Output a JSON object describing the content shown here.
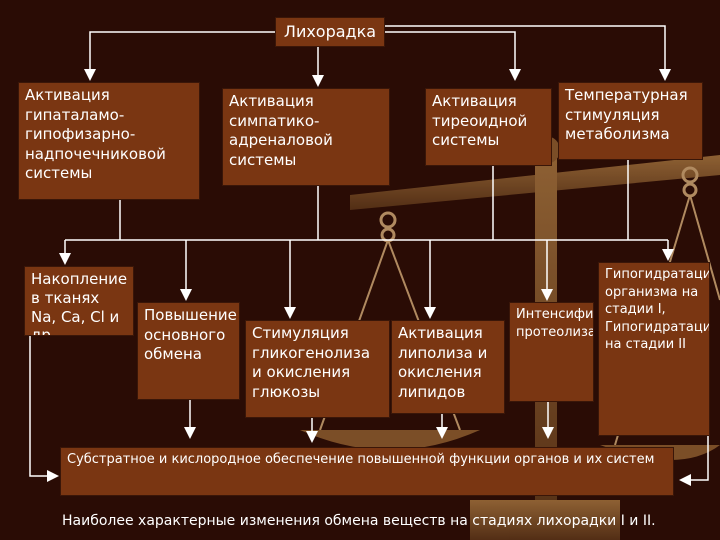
{
  "diagram": {
    "root": "Лихорадка",
    "level1": [
      "Активация гипаталамо-гипофизарно-надпочечниковой системы",
      "Активация симпатико-адреналовой системы",
      "Активация тиреоидной системы",
      "Температурная стимуляция метаболизма"
    ],
    "level2": [
      "Накопление в тканях Na, Ca, Cl и др",
      "Повышение основного обмена",
      "Стимуляция гликогенолиза и окисления глюкозы",
      "Активация липолиза и окисления липидов",
      "Интенсификация протеолиза",
      "Гипогидратация организма на стадии I, Гипогидратация на стадии II"
    ],
    "result": "Субстратное и кислородное обеспечение повышенной функции органов и их систем",
    "caption": "Наиболее характерные изменения обмена веществ на стадиях лихорадки I и II."
  },
  "colors": {
    "background": "#2a0c05",
    "box_fill": "#7a3612",
    "connector": "#ffffff",
    "scales": "#8a5a2e"
  },
  "decoration": "balance-scales"
}
